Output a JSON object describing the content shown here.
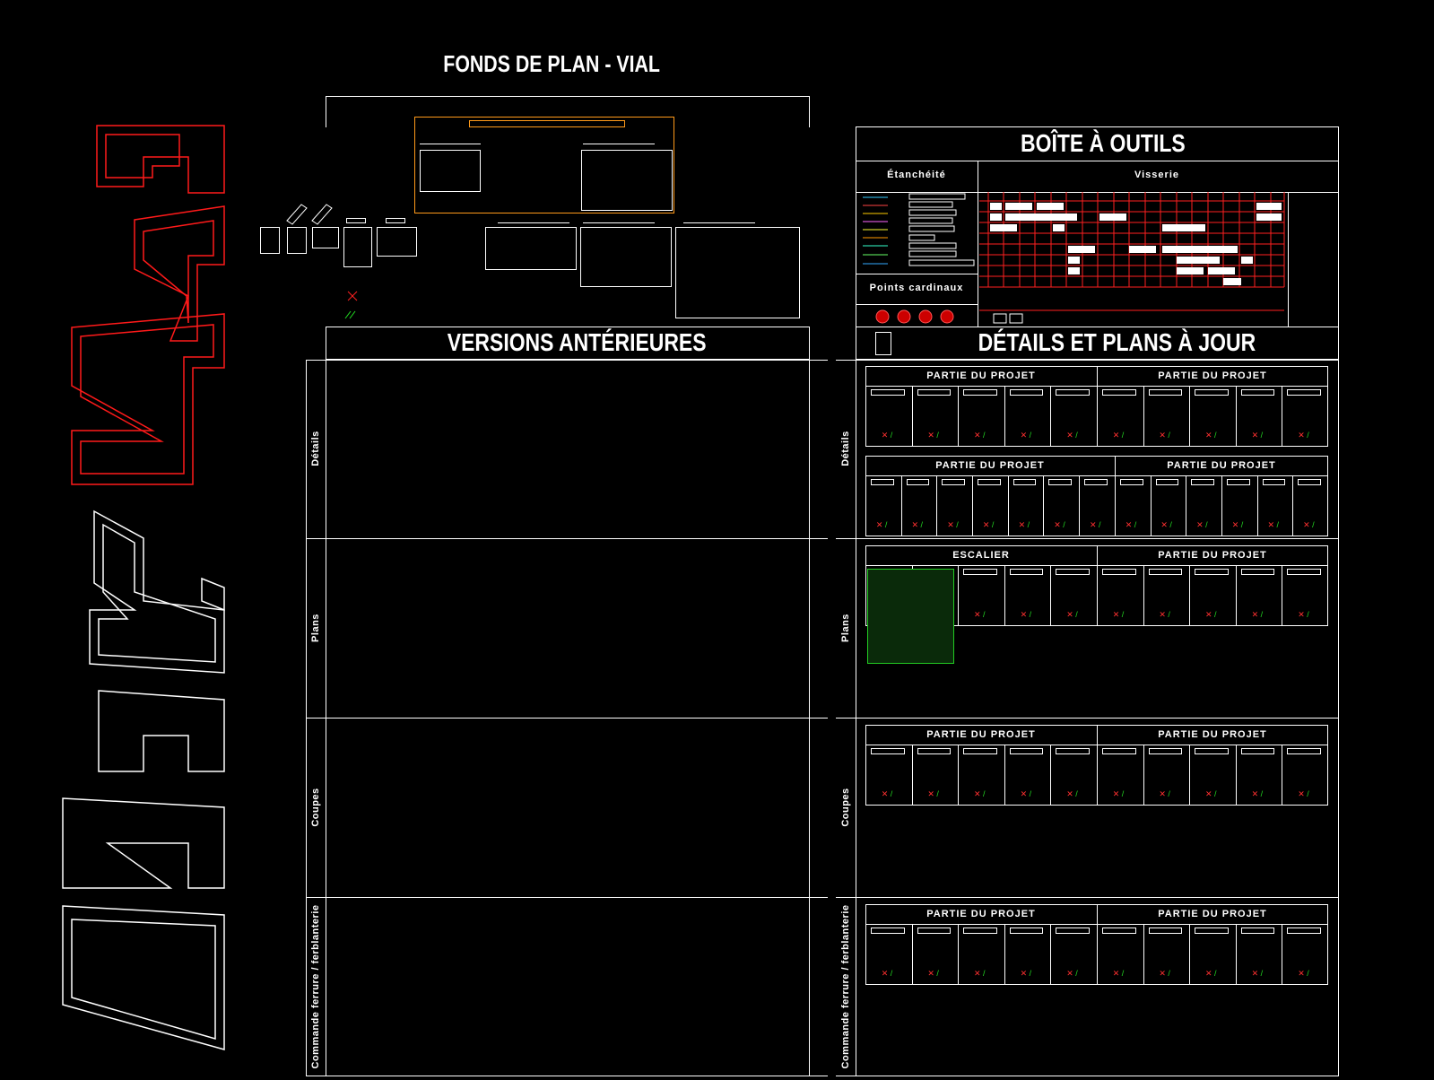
{
  "titles": {
    "fonds": "FONDS DE PLAN - VIAL",
    "versions": "VERSIONS ANTÉRIEURES",
    "boite": "BOÎTE À OUTILS",
    "details": "DÉTAILS ET PLANS À JOUR"
  },
  "toolbox": {
    "etancheite": "Étanchéité",
    "visserie": "Visserie",
    "points": "Points cardinaux"
  },
  "rows": {
    "details": "Détails",
    "plans": "Plans",
    "coupes": "Coupes",
    "commande": "Commande ferrure / ferblanterie"
  },
  "grid_headers": {
    "partie": "PARTIE DU PROJET",
    "escalier": "ESCALIER"
  },
  "colors": {
    "logo_top": "#ff1a1a",
    "logo_bottom": "#ffffff",
    "frame": "#ffffff",
    "orange": "#ff9a1a",
    "red": "#ff2020"
  }
}
